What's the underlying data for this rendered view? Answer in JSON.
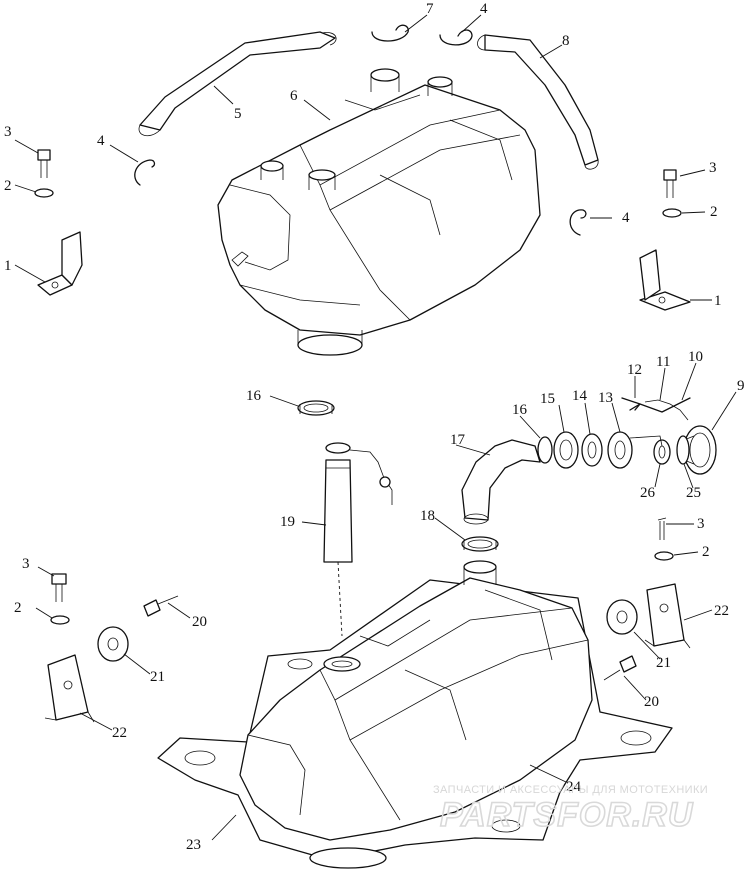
{
  "callouts": [
    "1",
    "2",
    "3",
    "4",
    "5",
    "6",
    "7",
    "8",
    "9",
    "10",
    "11",
    "12",
    "13",
    "14",
    "15",
    "16",
    "17",
    "18",
    "19",
    "20",
    "21",
    "22",
    "23",
    "24",
    "25",
    "26"
  ],
  "watermark": {
    "caption": "ЗАПЧАСТИ И АКСЕССУАРЫ ДЛЯ МОТОТЕХНИКИ",
    "logo": "PARTSFOR.RU"
  }
}
